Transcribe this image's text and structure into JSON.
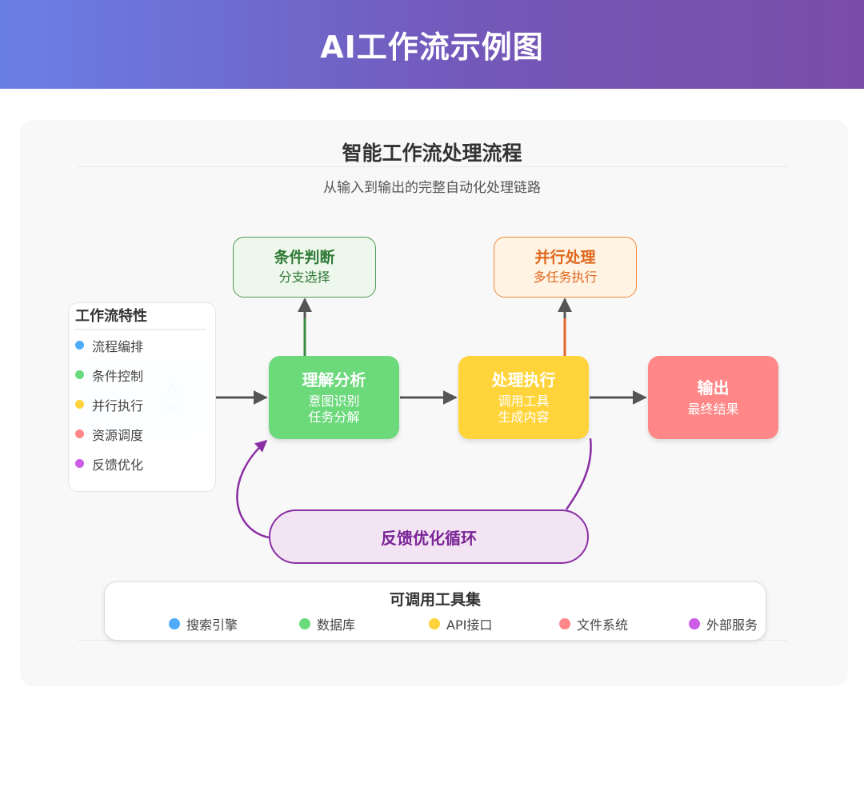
{
  "header": {
    "title": "AI工作流示例图"
  },
  "diagram": {
    "title": "智能工作流处理流程",
    "subtitle": "从输入到输出的完整自动化处理链路"
  },
  "nodes": {
    "input": {
      "title": "入",
      "sub": "求"
    },
    "understand": {
      "title": "理解分析",
      "sub1": "意图识别",
      "sub2": "任务分解"
    },
    "execute": {
      "title": "处理执行",
      "sub1": "调用工具",
      "sub2": "生成内容"
    },
    "output": {
      "title": "输出",
      "sub": "最终结果"
    },
    "condition": {
      "title": "条件判断",
      "sub": "分支选择"
    },
    "parallel": {
      "title": "并行处理",
      "sub": "多任务执行"
    },
    "feedback": {
      "title": "反馈优化循环"
    }
  },
  "features": {
    "title": "工作流特性",
    "items": [
      {
        "label": "流程编排",
        "color": "#4dabf7"
      },
      {
        "label": "条件控制",
        "color": "#69db7c"
      },
      {
        "label": "并行执行",
        "color": "#ffd43b"
      },
      {
        "label": "资源调度",
        "color": "#ff8787"
      },
      {
        "label": "反馈优化",
        "color": "#cc5de8"
      }
    ]
  },
  "tools": {
    "title": "可调用工具集",
    "items": [
      {
        "label": "搜索引擎",
        "color": "#4dabf7"
      },
      {
        "label": "数据库",
        "color": "#69db7c"
      },
      {
        "label": "API接口",
        "color": "#ffd43b"
      },
      {
        "label": "文件系统",
        "color": "#ff8787"
      },
      {
        "label": "外部服务",
        "color": "#cc5de8"
      }
    ]
  },
  "colors": {
    "arrow": "#555555",
    "condition_line": "#3a8a45",
    "parallel_line": "#e2672a",
    "feedback_line": "#8a2fa4"
  }
}
